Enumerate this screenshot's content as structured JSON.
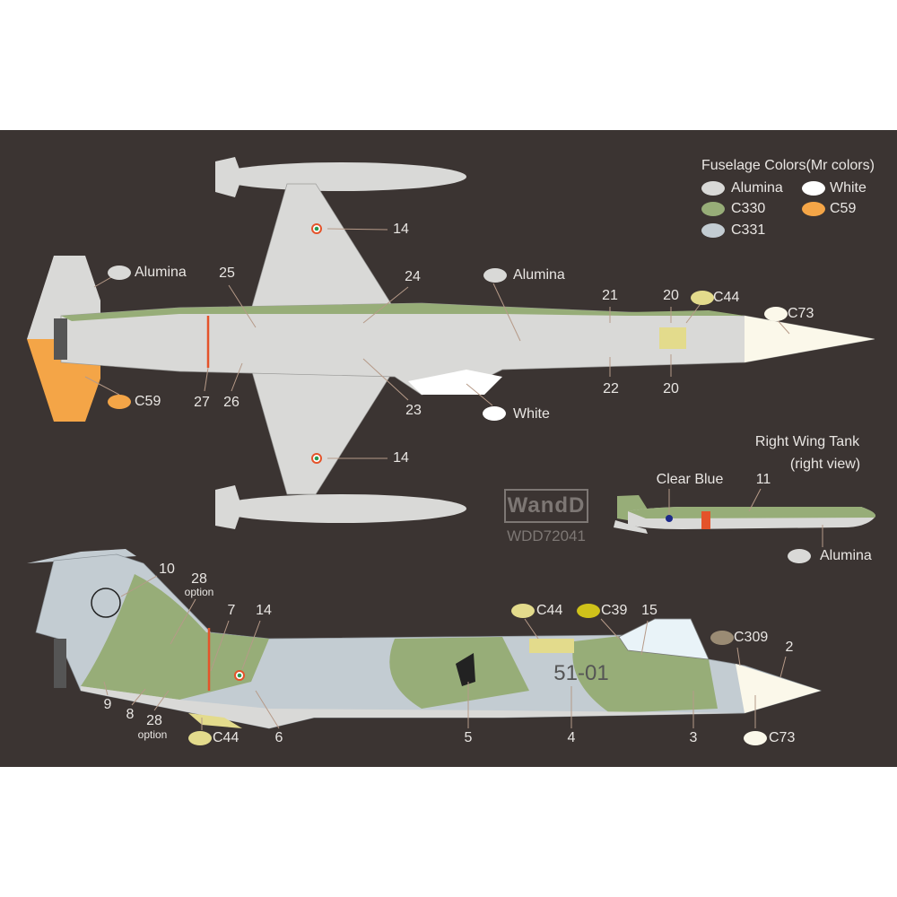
{
  "legend": {
    "title": "Fuselage Colors(Mr colors)",
    "items": [
      {
        "label": "Alumina",
        "color": "#d9d9d7"
      },
      {
        "label": "White",
        "color": "#ffffff"
      },
      {
        "label": "C330",
        "color": "#97ad78"
      },
      {
        "label": "C59",
        "color": "#f4a547"
      },
      {
        "label": "C331",
        "color": "#c3ccd2"
      }
    ]
  },
  "top_view": {
    "labels": [
      "14",
      "25",
      "24",
      "21",
      "20",
      "27",
      "26",
      "23",
      "22",
      "20",
      "14"
    ],
    "colors": [
      {
        "label": "Alumina",
        "color": "#d9d9d7"
      },
      {
        "label": "Alumina",
        "color": "#d9d9d7"
      },
      {
        "label": "C44",
        "color": "#e3db8c"
      },
      {
        "label": "C73",
        "color": "#fbf8ea"
      },
      {
        "label": "C59",
        "color": "#f4a547"
      },
      {
        "label": "White",
        "color": "#ffffff"
      }
    ]
  },
  "wing_tank": {
    "title": "Right Wing Tank",
    "subtitle": "(right view)",
    "clear_blue": "Clear Blue",
    "number": "11",
    "alumina": "Alumina",
    "alumina_color": "#d9d9d7"
  },
  "logo": {
    "brand": "WandD",
    "code": "WDD72041"
  },
  "side_view": {
    "serial": "51-01",
    "labels": {
      "n10": "10",
      "n28a": "28",
      "opt_a": "option",
      "n7": "7",
      "n14": "14",
      "n15": "15",
      "n2": "2",
      "n9": "9",
      "n8": "8",
      "n28b": "28",
      "opt_b": "option",
      "n6": "6",
      "n5": "5",
      "n4": "4",
      "n3": "3"
    },
    "colors": [
      {
        "label": "C44",
        "color": "#e3db8c"
      },
      {
        "label": "C39",
        "color": "#cfc21a"
      },
      {
        "label": "C309",
        "color": "#9a8b74"
      },
      {
        "label": "C44",
        "color": "#e3db8c"
      },
      {
        "label": "C73",
        "color": "#fbf8ea"
      }
    ]
  }
}
